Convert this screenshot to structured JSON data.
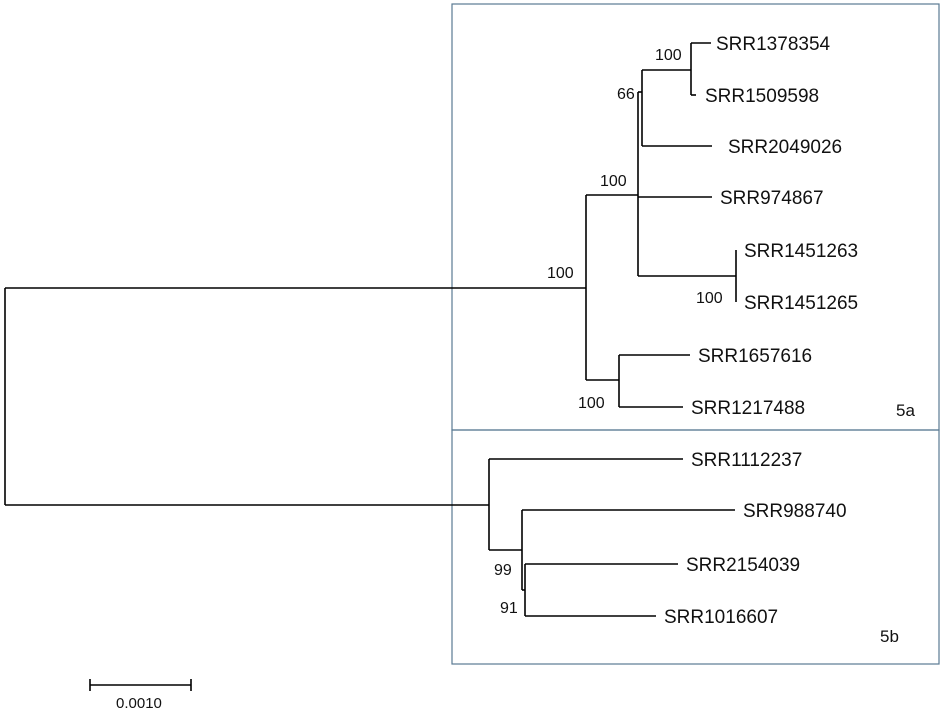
{
  "clades": [
    {
      "id": "5a",
      "label": "5a"
    },
    {
      "id": "5b",
      "label": "5b"
    }
  ],
  "taxa": [
    {
      "id": "t1",
      "label": "SRR1378354"
    },
    {
      "id": "t2",
      "label": "SRR1509598"
    },
    {
      "id": "t3",
      "label": "SRR2049026"
    },
    {
      "id": "t4",
      "label": "SRR974867"
    },
    {
      "id": "t5",
      "label": "SRR1451263"
    },
    {
      "id": "t6",
      "label": "SRR1451265"
    },
    {
      "id": "t7",
      "label": "SRR1657616"
    },
    {
      "id": "t8",
      "label": "SRR1217488"
    },
    {
      "id": "t9",
      "label": "SRR1112237"
    },
    {
      "id": "t10",
      "label": "SRR988740"
    },
    {
      "id": "t11",
      "label": "SRR2154039"
    },
    {
      "id": "t12",
      "label": "SRR1016607"
    }
  ],
  "nodes": [
    {
      "id": "n1",
      "support": "100"
    },
    {
      "id": "n2",
      "support": "66"
    },
    {
      "id": "n3",
      "support": "100"
    },
    {
      "id": "n4",
      "support": "100"
    },
    {
      "id": "n5",
      "support": "100"
    },
    {
      "id": "n6",
      "support": "100"
    },
    {
      "id": "n7",
      "support": "99"
    },
    {
      "id": "n8",
      "support": "91"
    }
  ],
  "scale_bar": {
    "label": "0.0010"
  }
}
